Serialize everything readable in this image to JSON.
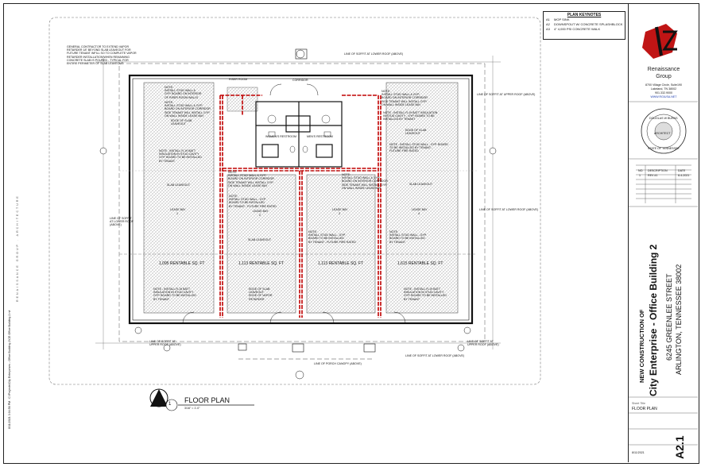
{
  "keynotes": {
    "title": "PLAN KEYNOTES",
    "items": [
      {
        "key": "A1",
        "text": "MOP SINK"
      },
      {
        "key": "A2",
        "text": "DOWNSPOUT W/ CONCRETE SPLASHBLOCK"
      },
      {
        "key": "A3",
        "text": "4\" 4,000 PSI CONCRETE WALK"
      }
    ]
  },
  "firm": {
    "name_line1": "Renaissance",
    "name_line2": "Group",
    "addr1": "8700 Village Circle, Suite190",
    "addr2": "Lakeland, TN 38002",
    "phone": "901.332.9000",
    "website": "WWW.RGIUSA.NET"
  },
  "seal": {
    "top": "DOUGLAS W BURNS",
    "middle": "ARCHITECT",
    "bottom": "STATE OF TENNESSEE"
  },
  "revisions": {
    "headers": [
      "NO.",
      "DESCRIPTION",
      "DATE"
    ],
    "rows": [
      [
        "1",
        "REV #1",
        "8-4-2021"
      ]
    ]
  },
  "project": {
    "line1": "NEW CONSTRUCTION OF",
    "line2": "City Enterprise - Office Building 2",
    "line3": "6245 GREENLEE STREET",
    "line4": "ARLINGTON, TENNESSEE 38002"
  },
  "sheet": {
    "title_label": "Sheet Title",
    "title": "FLOOR PLAN",
    "number": "A2.1",
    "date": "8/11/2021"
  },
  "drawing": {
    "title": "FLOOR PLAN",
    "scale": "3/16\" = 1'-0\"",
    "number": "1"
  },
  "rooms": [
    {
      "name": "LEASE BAY",
      "number": "1",
      "area": "1,095 RENTABLE SQ. FT"
    },
    {
      "name": "LEASE BAY",
      "number": "2",
      "area": "1,113 RENTABLE SQ. FT"
    },
    {
      "name": "LEASE BAY",
      "number": "3",
      "area": "1,113 RENTABLE SQ. FT"
    },
    {
      "name": "LEASE BAY",
      "number": "4",
      "area": "1,615 RENTABLE SQ. FT"
    }
  ],
  "small_rooms": {
    "riser": "RISER ROOM",
    "corridor": "CORRIDOR",
    "womens": "WOMEN'S RESTROOM",
    "mens": "MEN'S RESTROOM"
  },
  "notes": {
    "gc_vapor": "GENERAL CONTRACTOR TO EXTEND VAPOR\nRETARDER 18\" BEYOND SLAB LEAVEOUT FOR\nFUTURE TENANT INFILL SO TO COMPLETE VAPOR\nRETARDER INSTALLATION WHEN REMAINING\nCONCRETE SLAB IS POURED - TYPICAL FOR\nENTIRE PERIMETER OF SLAB LEAVEOUT",
    "stud_riser": "NOTE:\nINSTALL STUD WALL &\nGYP. BOARD ON INTERIOR\nOF RISER ROOM WALLS",
    "stud_corr_left": "NOTE:\nINSTALL STUD WALL & GYP.\nBOARD ON INTERIOR CORRIDOR\nSIDE TENANT WILL INSTALL GYP.\nON WALL INSIDE LEASE BAY",
    "stud_corr_right": "NOTE:\nINSTALL STUD WALL & GYP.\nBOARD ON INTERIOR CORRIDOR\nSIDE TENANT WILL INSTALL GYP.\nON WALL INSIDE LEASE BAY",
    "r19_top": "NOTE - INSTALL R-19 BATT INSULATION\nIN STUD CAVITY - GYP. BOARD TO BE\nINSTALLED BY TENANT",
    "r19_left": "NOTE - INSTALL R-19 BATT\nINSULATION IN STUD CAVITY\nGYP. BOARD TO BE INSTALLED\nBY TENANT",
    "stud_center": "NOTE:\nINSTALL STUD WALL & GYP.\nBOARD ON INTERIOR CORRIDOR\nSIDE TENANT WILL INSTALL GYP.\nON WALL INSIDE LEASE BAY",
    "stud_bay2": "NOTE:\nINSTALL STUD WALL - GYP.\nBOARD TO BE INSTALLED\nBY TENANT - FUTURE FIRE RATED",
    "stud_bay3": "NOTE:\nINSTALL STUD WALL - GYP.\nBOARD TO BE INSTALLED\nBY TENANT - FUTURE FIRE RATED",
    "stud_bay4": "NOTE:\nINSTALL STUD WALL - GYP.\nBOARD TO BE INSTALLED\nBY TENANT",
    "stud_right_top": "NOTE - INSTALL STUD WALL - GYP. BOARD\nTO BE INSTALLED BY TENANT -\nFUTURE FIRE RATED",
    "r19_bottom_left": "NOTE - INSTALL R-19 BATT\nINSULATION IN STUD CAVITY\nGYP. BOARD TO BE INSTALLED\nBY TENANT",
    "r19_bottom_right": "NOTE - INSTALL R-19 BATT\nINSULATION IN STUD CAVITY\nGYP. BOARD TO BE INSTALLED\nBY TENANT",
    "edge_slab_top": "EDGE OF SLAB\nLEAVEOUT",
    "edge_slab_right": "EDGE OF SLAB\nLEAVEOUT",
    "edge_slab_bottom": "EDGE OF SLAB\nLEAVEOUT\nEDGE OF VAPOR\nRETARDER",
    "slab_left": "SLAB LEAVEOUT",
    "slab_center": "SLAB LEAVEOUT",
    "slab_right": "SLAB LEAVEOUT"
  },
  "soffit_labels": {
    "top": "LINE OF SOFFIT AT LOWER ROOF (ABOVE)",
    "right_top": "LINE OF SOFFIT AT UPPER ROOF (ABOVE)",
    "right_mid": "LINE OF SOFFIT AT LOWER ROOF (ABOVE)",
    "left_mid": "LINE OF SOFFIT\nAT LOWER ROOF\n(ABOVE)",
    "bottom_left": "LINE OF SOFFIT AT\nUPPER ROOF (ABOVE)",
    "bottom_right": "LINE OF SOFFIT AT\nUPPER ROOF (ABOVE)",
    "porch": "LINE OF PORCH CANOPY (ABOVE)",
    "bottom_lower": "LINE OF SOFFIT AT LOWER ROOF (ABOVE)"
  },
  "side_text": "RENAISSANCE GROUP . ARCHITECTURE",
  "file_path": "8/11/2021 3:04:56 PM . C:\\Projects\\City Enterprises - Office Building 2\\CE Office Building 2.rvt"
}
